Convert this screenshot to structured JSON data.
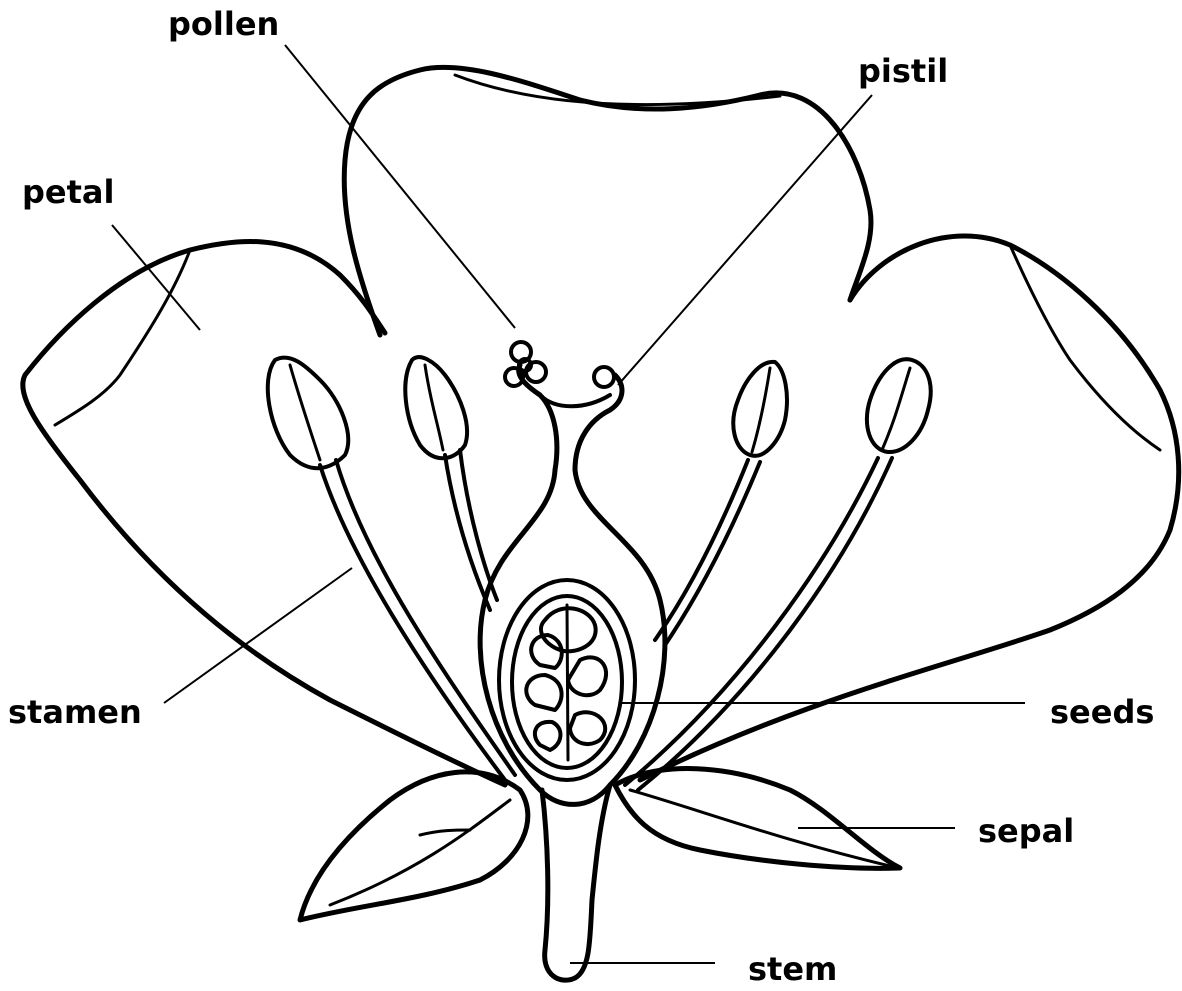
{
  "labels": {
    "pollen": "pollen",
    "pistil": "pistil",
    "petal": "petal",
    "stamen": "stamen",
    "seeds": "seeds",
    "sepal": "sepal",
    "stem": "stem"
  },
  "colors": {
    "ink": "#000000",
    "background": "#ffffff"
  }
}
